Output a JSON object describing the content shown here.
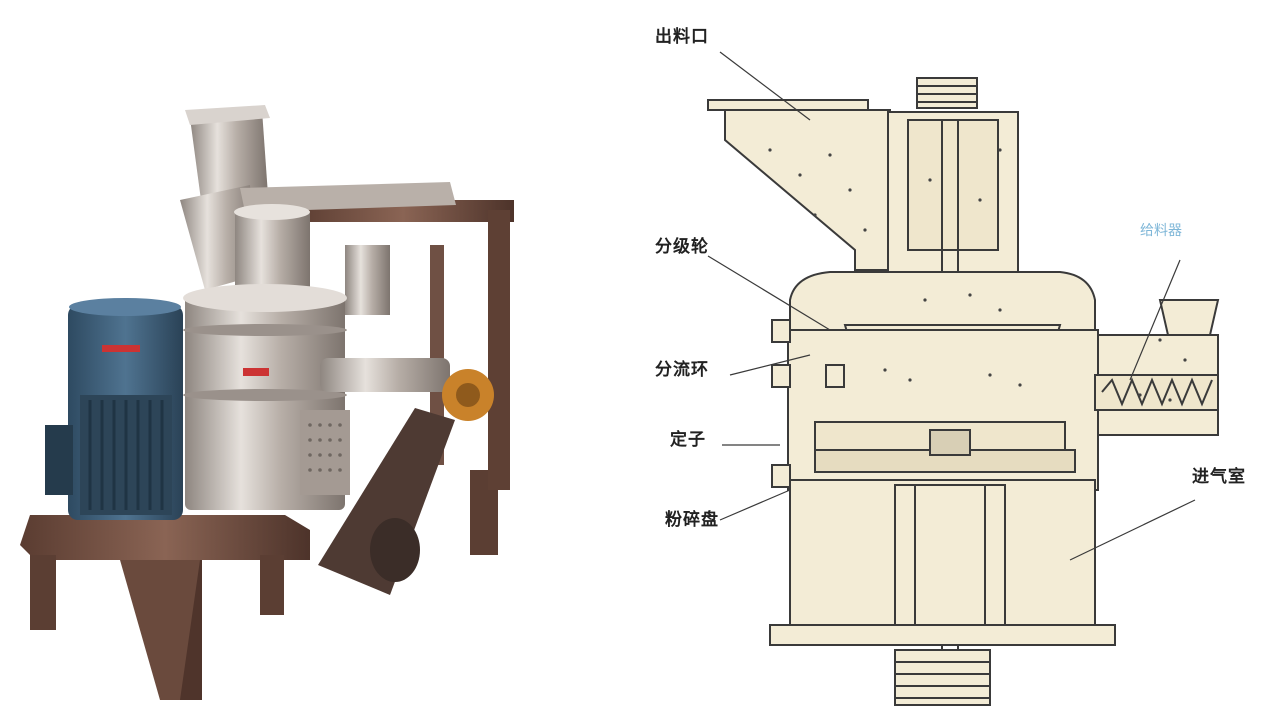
{
  "photo": {
    "nameplate_text": "",
    "colors": {
      "motor": "#3d5f7a",
      "steel": "#c9c2bd",
      "frame": "#6b4a3c",
      "pump": "#c9822a"
    }
  },
  "diagram": {
    "labels": {
      "outlet": "出料口",
      "classifier_wheel": "分级轮",
      "flow_ring": "分流环",
      "stator": "定子",
      "grinding_disc": "粉碎盘",
      "air_inlet_chamber": "进气室",
      "feeder": "给料器"
    },
    "colors": {
      "line": "#3a3a3a",
      "fill": "#f3ecd6",
      "particles": "#444"
    }
  }
}
